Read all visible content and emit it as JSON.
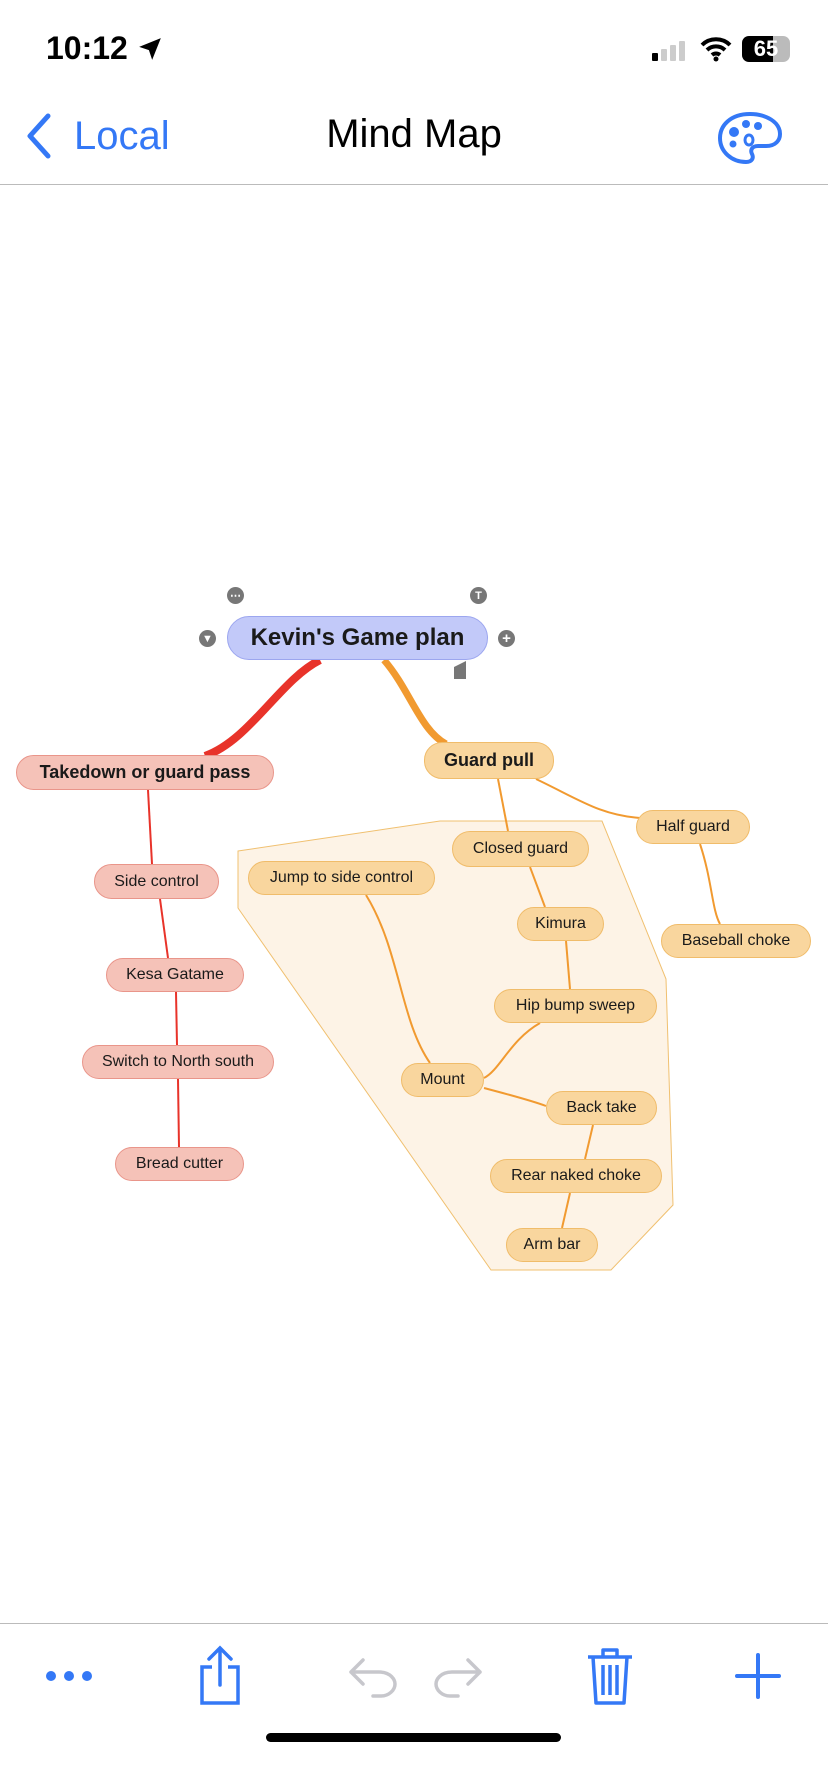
{
  "status": {
    "time": "10:12",
    "battery": "65"
  },
  "nav": {
    "back_label": "Local",
    "title": "Mind Map"
  },
  "map": {
    "root": "Kevin's Game plan",
    "branches": {
      "takedown": "Takedown or guard pass",
      "guard_pull": "Guard pull"
    },
    "nodes": {
      "side_control": "Side control",
      "kesa_gatame": "Kesa Gatame",
      "switch_north_south": "Switch to North south",
      "bread_cutter": "Bread cutter",
      "closed_guard": "Closed guard",
      "half_guard": "Half guard",
      "baseball_choke": "Baseball choke",
      "jump_side_control": "Jump to side control",
      "kimura": "Kimura",
      "hip_bump_sweep": "Hip bump sweep",
      "mount": "Mount",
      "back_take": "Back take",
      "rear_naked_choke": "Rear naked choke",
      "arm_bar": "Arm bar"
    },
    "colors": {
      "root": "#c2c9f9",
      "red_branch": "#e8332a",
      "orange_branch": "#f19a30",
      "group": "#fdf3e6"
    }
  },
  "toolbar": {
    "icons": [
      "more-icon",
      "share-icon",
      "undo-icon",
      "redo-icon",
      "trash-icon",
      "add-icon"
    ]
  }
}
